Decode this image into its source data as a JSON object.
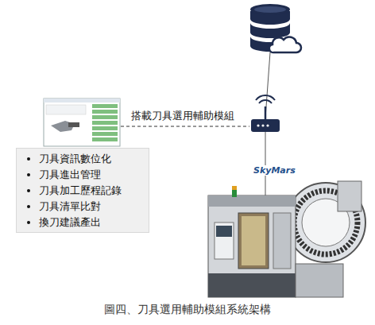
{
  "diagram": {
    "caption": "圖四、刀具選用輔助模組系統架構",
    "nodes": [
      {
        "text": [
          "刀具資訊數位化",
          "刀具進出管理",
          "刀具加工歷程記錄",
          "刀具清單比對",
          "換刀建議產出"
        ]
      }
    ],
    "labels": [
      "搭載刀具選用輔助模組",
      "SkyMars"
    ]
  }
}
